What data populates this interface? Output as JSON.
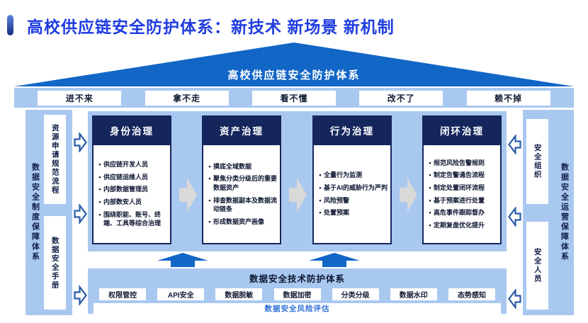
{
  "page": {
    "title": "高校供应链安全防护体系：新技术 新场景 新机制"
  },
  "roof": {
    "label": "高校供应链安全防护体系"
  },
  "goals": [
    "进不来",
    "拿不走",
    "看不懂",
    "改不了",
    "赖不掉"
  ],
  "left_panel": {
    "label": "数据安全制度保障体系",
    "items": [
      "资源申请规范流程",
      "数据安全手册"
    ]
  },
  "right_panel": {
    "label": "数据安全运营保障体系",
    "items": [
      "安全组织",
      "安全人员"
    ]
  },
  "columns": [
    {
      "title": "身份治理",
      "bullets": [
        "供应链开发人员",
        "供应链运维人员",
        "内部数据管理员",
        "内部数安人员",
        "围绕职能、账号、终端、工具等综合治理"
      ]
    },
    {
      "title": "资产治理",
      "bullets": [
        "摸底全域数据",
        "聚焦分类分级后的重要数据资产",
        "排查数据副本及数据流动链条",
        "形成数据资产画像"
      ]
    },
    {
      "title": "行为治理",
      "bullets": [
        "全量行为监测",
        "基于AI的威胁行为严判",
        "风险预警",
        "处置预案"
      ]
    },
    {
      "title": "闭环治理",
      "bullets": [
        "规范风险告警规则",
        "制定告警通告流程",
        "制定处置闭环流程",
        "基于预案进行处置",
        "高危事件跟踪督办",
        "定期复盘优化提升"
      ]
    }
  ],
  "tech_panel": {
    "title": "数据安全技术防护体系",
    "items": [
      "权限管控",
      "API安全",
      "数据脱敏",
      "数据加密",
      "分类分级",
      "数据水印",
      "态势感知"
    ],
    "footer": "数据安全风险评估"
  },
  "colors": {
    "roof_blue": "#1266c6",
    "panel_blue": "#a9c8f0",
    "header_navy": "#15265d",
    "title_blue": "#1f3ce0",
    "arrow_gray": "#d9d9d9",
    "hollow_arrow_border": "#2a5ba8",
    "risk_text_blue": "#2b6fd4"
  }
}
